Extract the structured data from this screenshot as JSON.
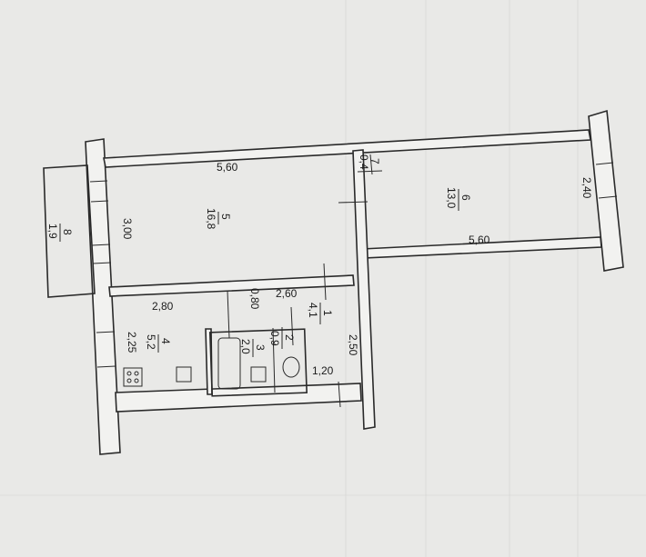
{
  "rooms": [
    {
      "number": "1",
      "area": "4,1"
    },
    {
      "number": "2",
      "area": "0,9"
    },
    {
      "number": "3",
      "area": "2,0"
    },
    {
      "number": "4",
      "area": "5,2"
    },
    {
      "number": "5",
      "area": "16,8"
    },
    {
      "number": "6",
      "area": "13,0"
    },
    {
      "number": "7",
      "area": "0,4"
    },
    {
      "number": "8",
      "area": "1,9"
    }
  ],
  "dimensions": {
    "room5_length": "5,60",
    "room6_length": "5,60",
    "room5_width": "3,00",
    "room6_width": "2,40",
    "kitchen_length": "2,80",
    "hall_length": "2,60",
    "kitchen_width": "2,25",
    "hall_width": "2,50",
    "bath_width": "0,80",
    "wc_width": "1,20"
  },
  "colors": {
    "paper": "#e9e9e7",
    "ink": "#2a2a2a",
    "wall_fill": "#f2f2f0"
  }
}
